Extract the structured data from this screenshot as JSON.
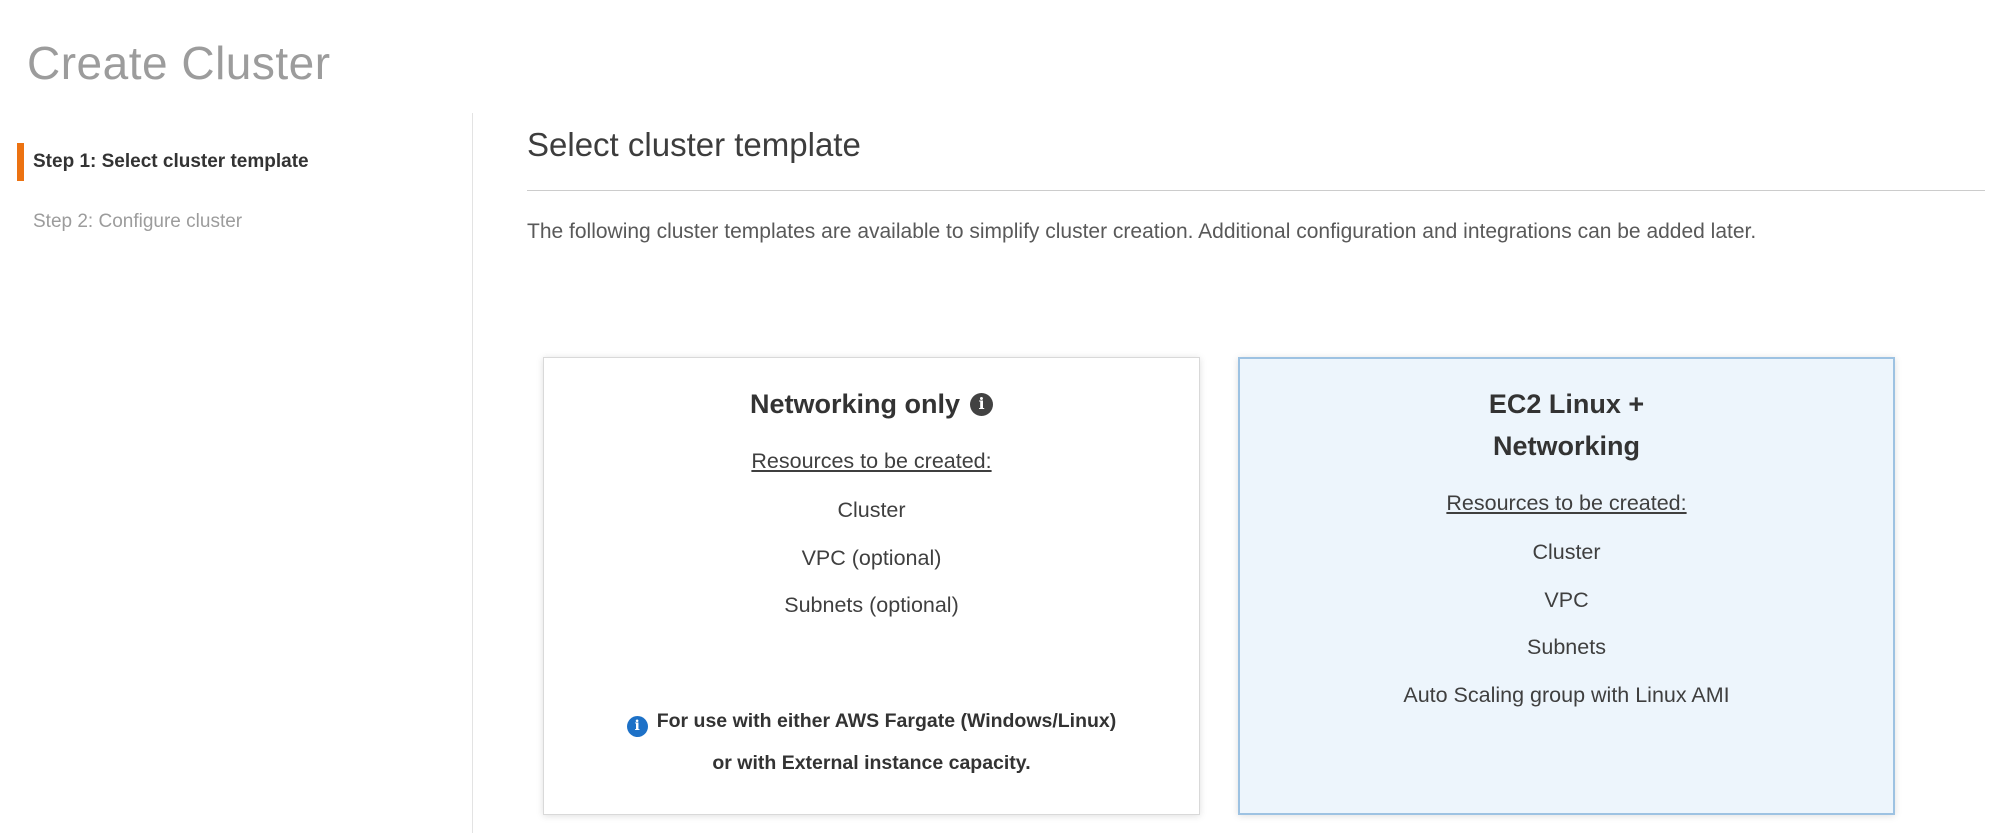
{
  "page": {
    "title": "Create Cluster"
  },
  "steps": [
    {
      "label": "Step 1: Select cluster template",
      "active": true
    },
    {
      "label": "Step 2: Configure cluster",
      "active": false
    }
  ],
  "main": {
    "heading": "Select cluster template",
    "description": "The following cluster templates are available to simplify cluster creation. Additional configuration and integrations can be added later.",
    "cards": [
      {
        "title": "Networking only",
        "title_info_icon": "info-icon",
        "resources_label": "Resources to be created:",
        "resources": [
          "Cluster",
          "VPC (optional)",
          "Subnets (optional)"
        ],
        "note": "For use with either AWS Fargate (Windows/Linux) or with External instance capacity.",
        "selected": false
      },
      {
        "title": "EC2 Linux + Networking",
        "resources_label": "Resources to be created:",
        "resources": [
          "Cluster",
          "VPC",
          "Subnets",
          "Auto Scaling group with Linux AMI"
        ],
        "selected": true
      }
    ]
  },
  "icons": {
    "info_glyph": "i"
  },
  "colors": {
    "accent_orange": "#ec7211",
    "selected_card_bg": "#edf5fc",
    "selected_card_border": "#9dc2e2",
    "info_icon_dark": "#424242",
    "info_icon_blue": "#1d71c7",
    "title_gray": "#9c9c9c",
    "text_dark": "#333333"
  }
}
